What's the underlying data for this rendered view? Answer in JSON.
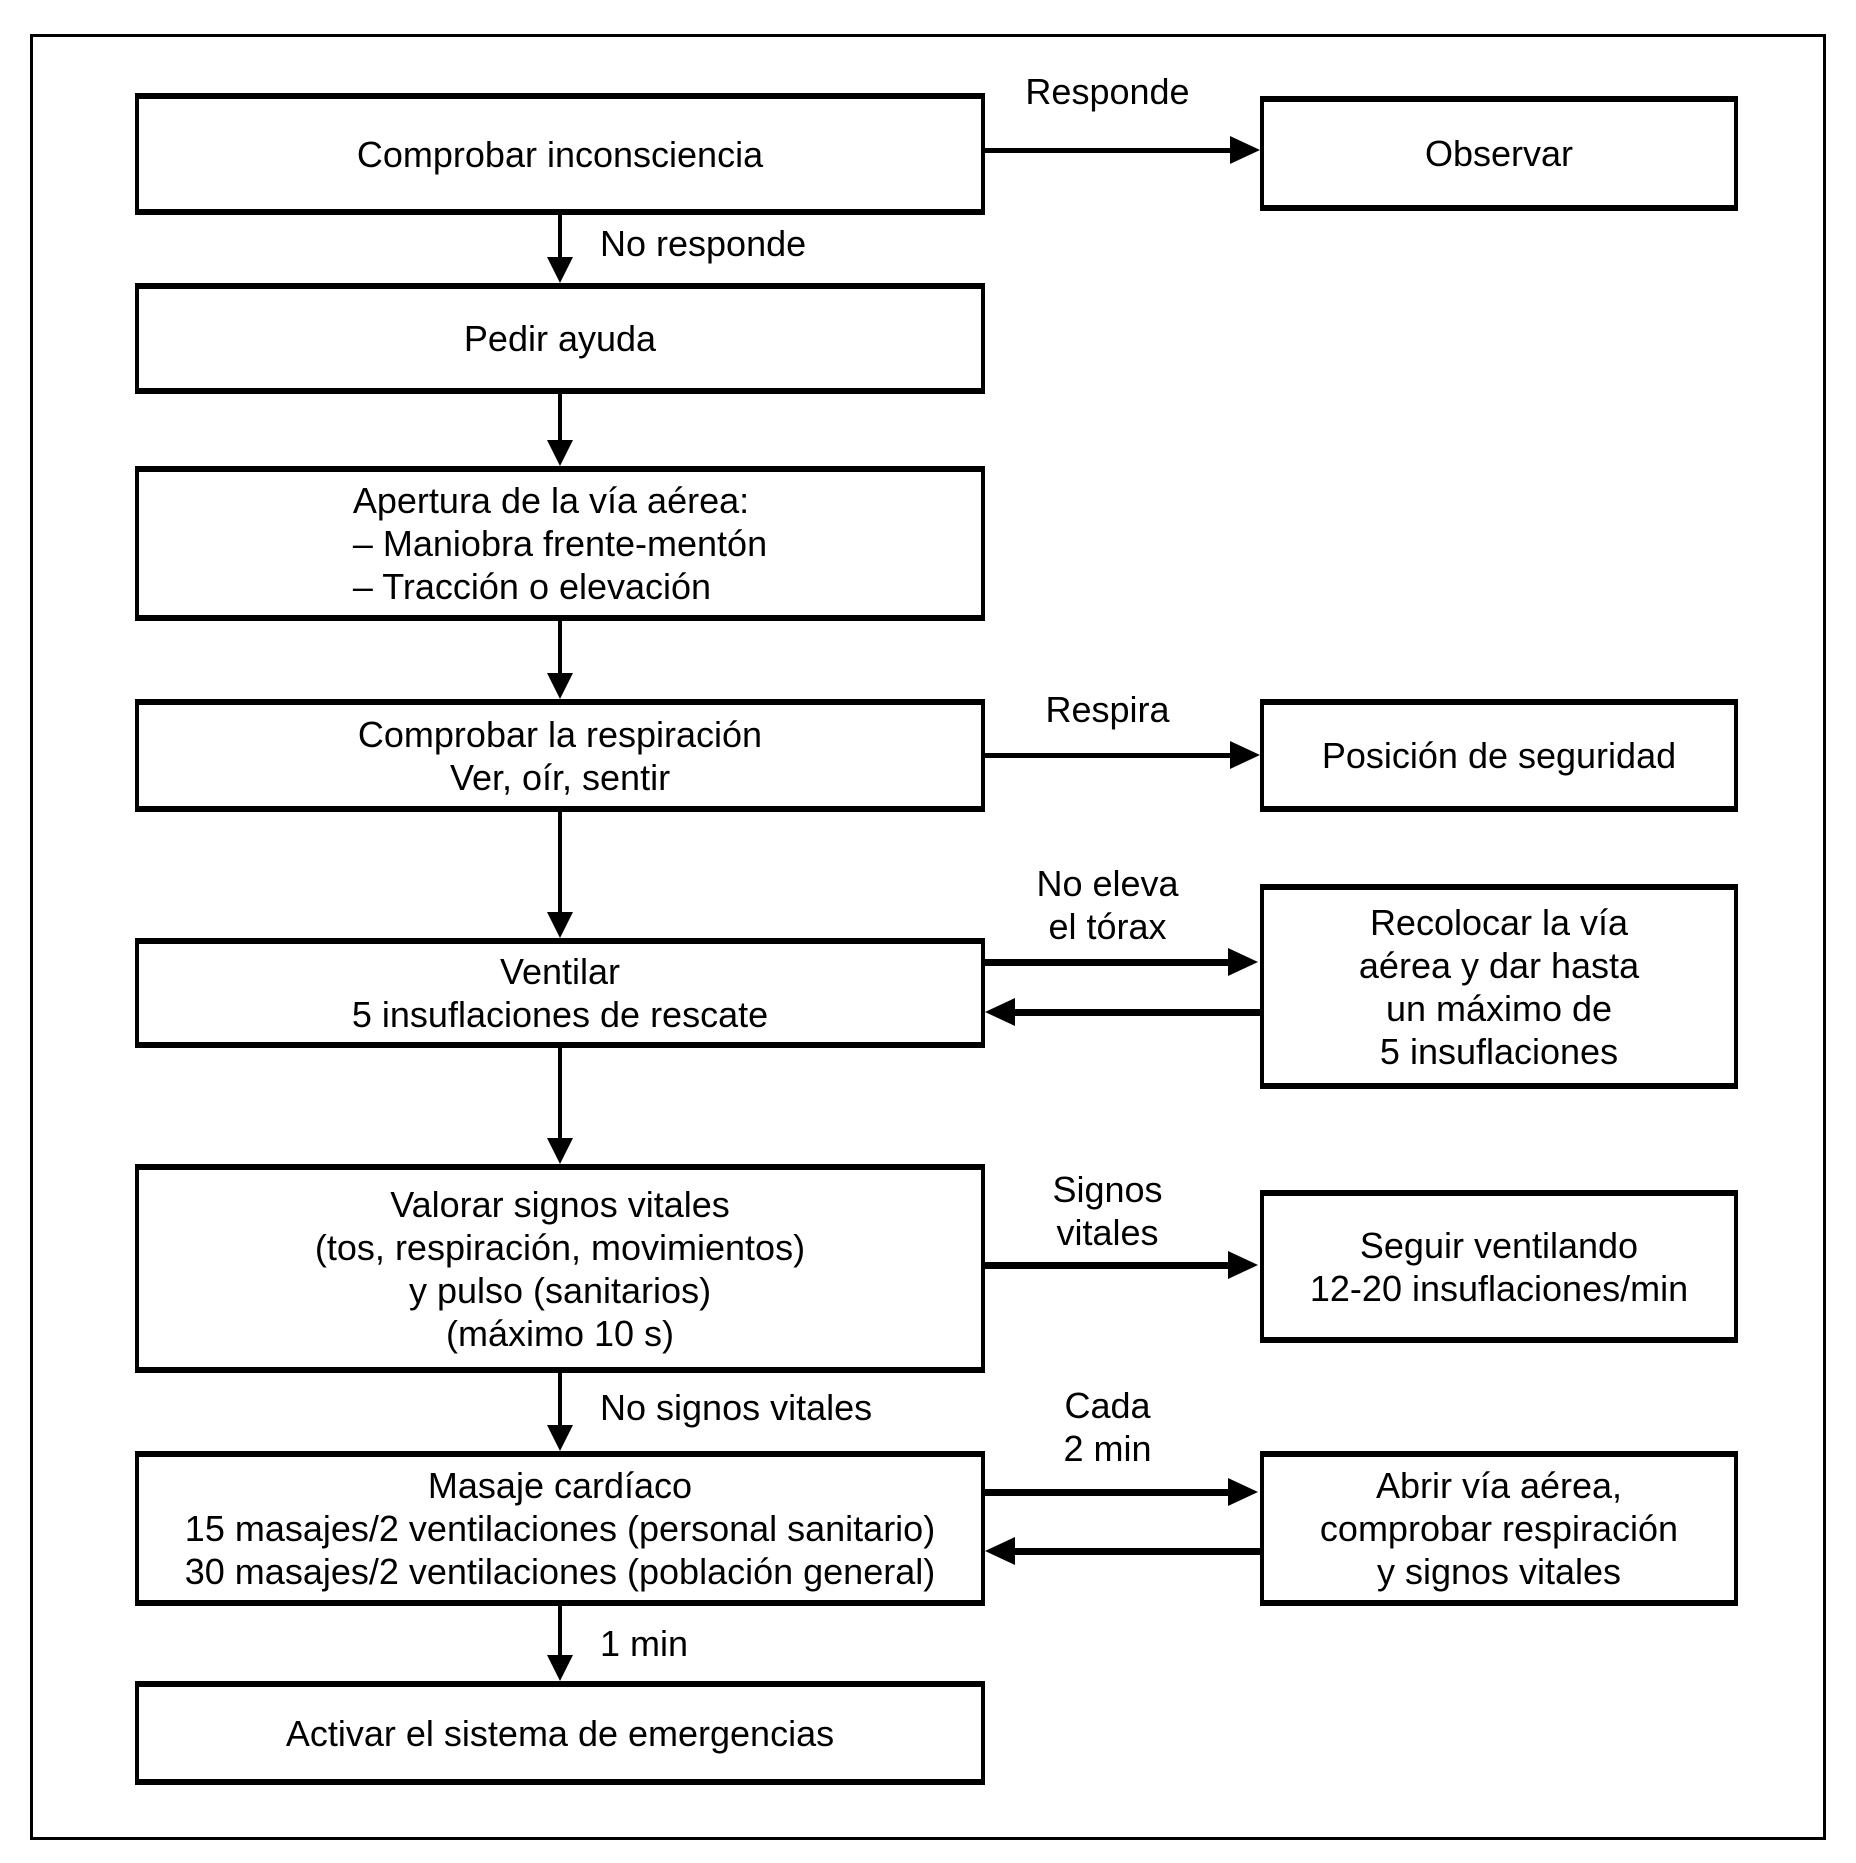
{
  "figure": {
    "type": "flowchart",
    "language": "es",
    "topic": "Algoritmo de soporte vital básico / reanimación cardiopulmonar"
  },
  "colors": {
    "line": "#000000",
    "background": "#ffffff",
    "text": "#000000"
  },
  "nodes": {
    "check_unconscious": {
      "lines": [
        "Comprobar inconsciencia"
      ]
    },
    "observe": {
      "lines": [
        "Observar"
      ]
    },
    "call_help": {
      "lines": [
        "Pedir ayuda"
      ]
    },
    "open_airway": {
      "lines": [
        "Apertura de la vía aérea:",
        "– Maniobra frente-mentón",
        "– Tracción o elevación"
      ]
    },
    "check_breathing": {
      "lines": [
        "Comprobar la respiración",
        "Ver, oír, sentir"
      ]
    },
    "recovery_position": {
      "lines": [
        "Posición de seguridad"
      ]
    },
    "ventilate": {
      "lines": [
        "Ventilar",
        "5 insuflaciones de rescate"
      ]
    },
    "reposition_airway": {
      "lines": [
        "Recolocar la vía",
        "aérea y dar hasta",
        "un máximo de",
        "5 insuflaciones"
      ]
    },
    "assess_vital_signs": {
      "lines": [
        "Valorar signos vitales",
        "(tos, respiración, movimientos)",
        "y pulso (sanitarios)",
        "(máximo 10 s)"
      ]
    },
    "keep_ventilating": {
      "lines": [
        "Seguir ventilando",
        "12-20 insuflaciones/min"
      ]
    },
    "cardiac_massage": {
      "lines": [
        "Masaje cardíaco",
        "15 masajes/2 ventilaciones (personal sanitario)",
        "30 masajes/2 ventilaciones (población general)"
      ]
    },
    "reopen_airway_check": {
      "lines": [
        "Abrir vía aérea,",
        "comprobar respiración",
        "y signos vitales"
      ]
    },
    "activate_emergency": {
      "lines": [
        "Activar el sistema de emergencias"
      ]
    }
  },
  "edge_labels": {
    "responde": "Responde",
    "no_responde": "No responde",
    "respira": "Respira",
    "no_eleva": {
      "lines": [
        "No eleva",
        "el tórax"
      ]
    },
    "signos_vitales": {
      "lines": [
        "Signos",
        "vitales"
      ]
    },
    "no_signos_vitales": "No signos vitales",
    "cada_2_min": {
      "lines": [
        "Cada",
        "2 min"
      ]
    },
    "un_min": "1 min"
  }
}
